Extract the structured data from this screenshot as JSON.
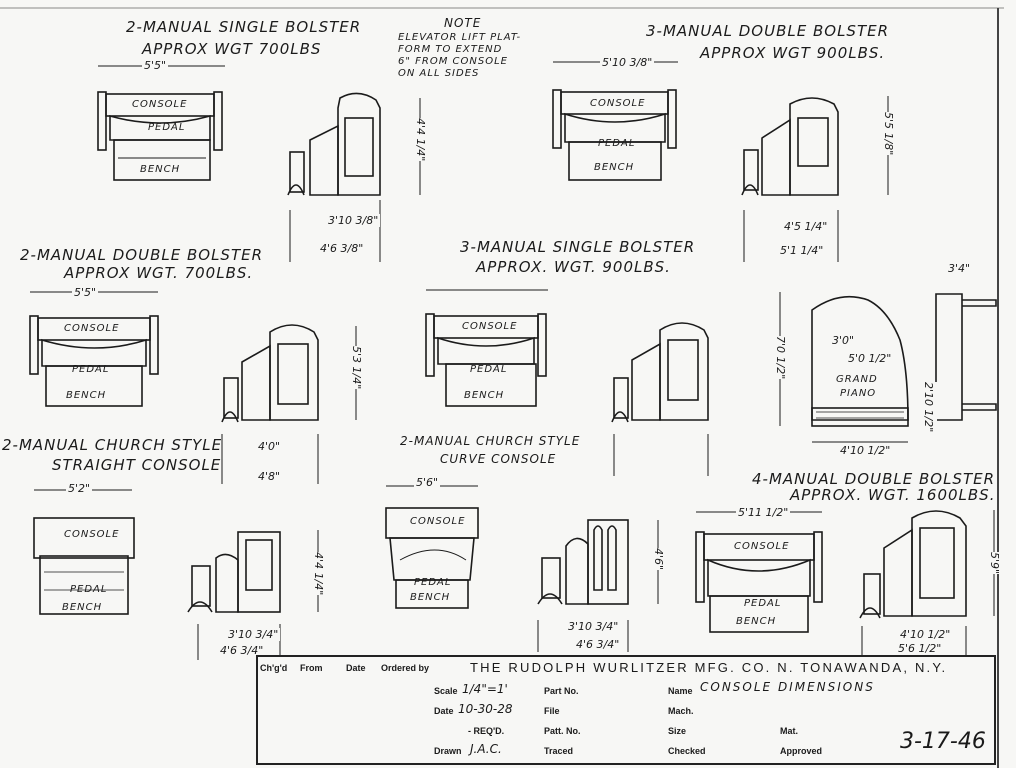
{
  "drawings": {
    "d1": {
      "title": "2-MANUAL SINGLE BOLSTER",
      "weight": "APPROX WGT 700LBS",
      "width": "5'5\"",
      "depth_a": "3'10 3/8\"",
      "depth_b": "4'6 3/8\"",
      "height": "4'4 1/4\""
    },
    "note": {
      "heading": "NOTE",
      "lines": [
        "ELEVATOR LIFT PLAT-",
        "FORM TO EXTEND",
        "6\" FROM CONSOLE",
        "ON ALL SIDES"
      ]
    },
    "d2": {
      "title": "3-MANUAL DOUBLE BOLSTER",
      "weight": "APPROX WGT 900LBS.",
      "width": "5'10 3/8\"",
      "depth_a": "4'5 1/4\"",
      "depth_b": "5'1 1/4\"",
      "height": "5'5 1/8\""
    },
    "d3": {
      "title": "2-MANUAL DOUBLE BOLSTER",
      "weight": "APPROX WGT. 700LBS.",
      "width": "5'5\"",
      "depth_a": "4'0\"",
      "depth_b": "4'8\"",
      "height": "5'3 1/4\""
    },
    "d4": {
      "title": "3-MANUAL SINGLE BOLSTER",
      "weight": "APPROX. WGT. 900LBS."
    },
    "piano": {
      "label_1": "GRAND",
      "label_2": "PIANO",
      "w1": "3'0\"",
      "w2": "5'0 1/2\"",
      "height": "7'0 1/2\"",
      "depth": "4'10 1/2\"",
      "side_h": "2'10 1/2\"",
      "side_w": "3'4\""
    },
    "d5": {
      "title": "2-MANUAL CHURCH STYLE",
      "subtitle": "STRAIGHT CONSOLE",
      "width": "5'2\"",
      "depth_a": "3'10 3/4\"",
      "depth_b": "4'6 3/4\"",
      "height": "4'4 1/4\""
    },
    "d6": {
      "title": "2-MANUAL CHURCH STYLE",
      "subtitle": "CURVE CONSOLE",
      "width": "5'6\"",
      "depth_a": "3'10 3/4\"",
      "depth_b": "4'6 3/4\"",
      "height": "4'6\""
    },
    "d7": {
      "title": "4-MANUAL DOUBLE BOLSTER",
      "weight": "APPROX. WGT. 1600LBS.",
      "width": "5'11 1/2\"",
      "depth_a": "4'10 1/2\"",
      "depth_b": "5'6 1/2\"",
      "height": "5'9\""
    },
    "labels": {
      "console": "CONSOLE",
      "pedal": "PEDAL",
      "bench": "BENCH"
    }
  },
  "title_block": {
    "company": "THE RUDOLPH WURLITZER MFG. CO. N. TONAWANDA, N.Y.",
    "headers": [
      "Ch'g'd",
      "From",
      "Date",
      "Ordered by"
    ],
    "scale_label": "Scale",
    "scale_value": "1/4\"=1'",
    "date_label": "Date",
    "date_value": "10-30-28",
    "reqd_label": "- REQ'D.",
    "drawn_label": "Drawn",
    "drawn_value": "J.A.C.",
    "part_no_label": "Part No.",
    "file_label": "File",
    "patt_no_label": "Patt. No.",
    "traced_label": "Traced",
    "name_label": "Name",
    "name_value": "CONSOLE DIMENSIONS",
    "mach_label": "Mach.",
    "size_label": "Size",
    "checked_label": "Checked",
    "mat_label": "Mat.",
    "approved_label": "Approved",
    "drawing_number": "3-17-46"
  }
}
